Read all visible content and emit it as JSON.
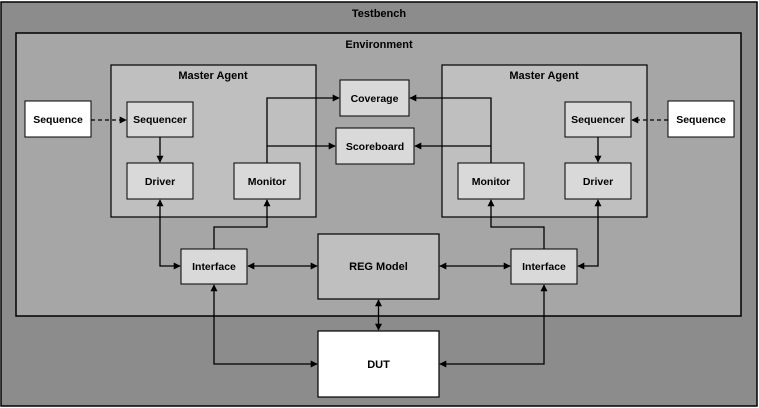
{
  "testbench": {
    "label": "Testbench"
  },
  "environment": {
    "label": "Environment"
  },
  "left_agent": {
    "title": "Master Agent",
    "sequencer": "Sequencer",
    "driver": "Driver",
    "monitor": "Monitor"
  },
  "right_agent": {
    "title": "Master Agent",
    "sequencer": "Sequencer",
    "driver": "Driver",
    "monitor": "Monitor"
  },
  "left_sequence": "Sequence",
  "right_sequence": "Sequence",
  "coverage": "Coverage",
  "scoreboard": "Scoreboard",
  "left_interface": "Interface",
  "right_interface": "Interface",
  "reg_model": "REG Model",
  "dut": "DUT",
  "colors": {
    "testbench_fill": "#8c8c8c",
    "environment_fill": "#a6a6a6",
    "agent_fill": "#bfbfbf",
    "component_fill": "#d9d9d9",
    "white_fill": "#ffffff",
    "stroke": "#000000"
  }
}
